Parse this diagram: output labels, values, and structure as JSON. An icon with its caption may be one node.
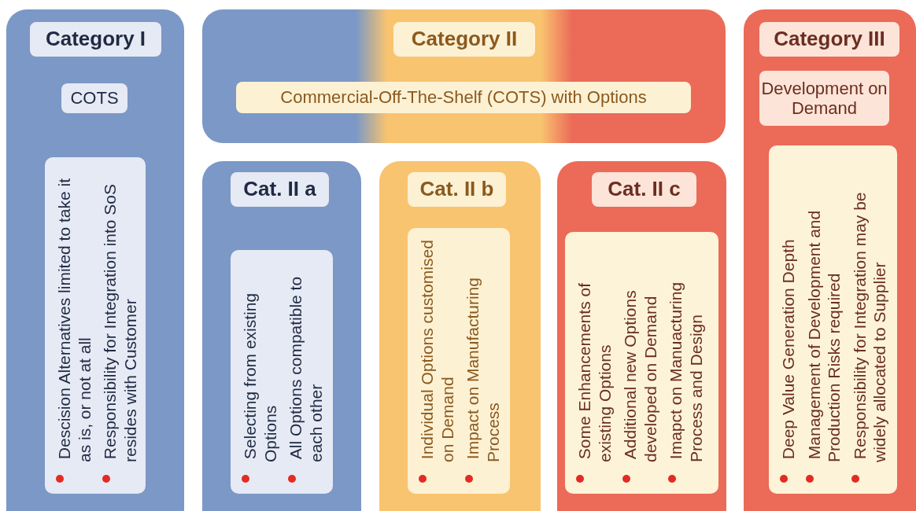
{
  "diagram": {
    "nodes": [
      {
        "text": [],
        "shape": "box"
      },
      {
        "text": [
          "Category I"
        ],
        "in": 0
      },
      {
        "text": [
          "COTS"
        ],
        "in": 0
      },
      {
        "text": [
          "Descision Alternatives limited to take it as is, or not at all",
          "Responsibility for Integration into SoS resides with Customer"
        ],
        "in": 0
      },
      {
        "text": [],
        "shape": "box"
      },
      {
        "text": [
          "Category II"
        ],
        "in": 4
      },
      {
        "text": [
          "Commercial-Off-The-Shelf (COTS) with Options"
        ],
        "in": 4
      },
      {
        "text": [],
        "shape": "box"
      },
      {
        "text": [
          "Cat. II a"
        ],
        "in": 7
      },
      {
        "text": [
          "Selecting from existing Options",
          "All Options compatible to each other"
        ],
        "in": 7
      },
      {
        "text": [],
        "shape": "box"
      },
      {
        "text": [
          "Cat. II b"
        ],
        "in": 10
      },
      {
        "text": [
          "Individual Options customised on Demand",
          "Impact on Manufacturing Process"
        ],
        "in": 10
      },
      {
        "text": [],
        "shape": "box"
      },
      {
        "text": [
          "Cat. II c"
        ],
        "in": 13
      },
      {
        "text": [
          "Some Enhancements of existing Options",
          "Additional new Options developed on Demand",
          "Imapct on Manuacturing Process and Design"
        ],
        "in": 13
      },
      {
        "text": [],
        "shape": "box"
      },
      {
        "text": [
          "Category III"
        ],
        "in": 16
      },
      {
        "text": [
          "Development on Demand"
        ],
        "in": 16
      },
      {
        "text": [
          "Deep Value Generation Depth",
          "Management of Development and Production Risks required",
          "Responsibility for Integration may be widely allocated to Supplier"
        ],
        "in": 16
      }
    ]
  }
}
